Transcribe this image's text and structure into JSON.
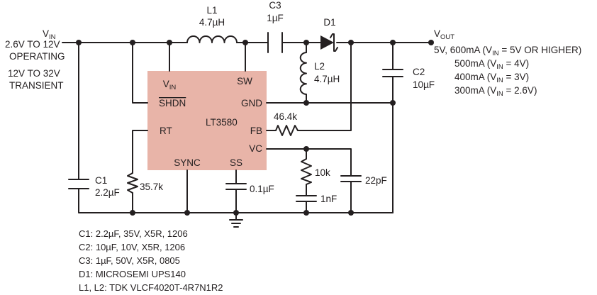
{
  "colors": {
    "ic_fill": "#e8b4a8",
    "ink": "#231f20",
    "background": "#ffffff"
  },
  "input": {
    "label_main": "V",
    "label_sub": "IN",
    "line1": "2.6V TO 12V",
    "line2": "OPERATING",
    "line3": "12V TO 32V",
    "line4": "TRANSIENT"
  },
  "output": {
    "label_main": "V",
    "label_sub": "OUT",
    "spec_lines": [
      {
        "prefix": "5V, 600mA (V",
        "sub": "IN",
        "suffix": " = 5V OR HIGHER)"
      },
      {
        "prefix": "500mA (V",
        "sub": "IN",
        "suffix": " = 4V)"
      },
      {
        "prefix": "400mA (V",
        "sub": "IN",
        "suffix": " = 3V)"
      },
      {
        "prefix": "300mA (V",
        "sub": "IN",
        "suffix": " = 2.6V)"
      }
    ]
  },
  "ic": {
    "part": "LT3580",
    "pins": {
      "vin_main": "V",
      "vin_sub": "IN",
      "sw": "SW",
      "shdn": "SHDN",
      "gnd": "GND",
      "rt": "RT",
      "fb": "FB",
      "vc": "VC",
      "sync": "SYNC",
      "ss": "SS"
    }
  },
  "components": {
    "L1": {
      "ref": "L1",
      "value": "4.7µH"
    },
    "C3": {
      "ref": "C3",
      "value": "1µF"
    },
    "D1": {
      "ref": "D1"
    },
    "L2": {
      "ref": "L2",
      "value": "4.7µH"
    },
    "C2": {
      "ref": "C2",
      "value": "10µF"
    },
    "R_fb": {
      "value": "46.4k"
    },
    "R_c": {
      "value": "10k"
    },
    "C_c": {
      "value": "1nF"
    },
    "C_p": {
      "value": "22pF"
    },
    "C_ss": {
      "value": "0.1µF"
    },
    "R_t": {
      "value": "35.7k"
    },
    "C1": {
      "ref": "C1",
      "value": "2.2µF"
    }
  },
  "bom": [
    "C1: 2.2µF, 35V, X5R, 1206",
    "C2: 10µF, 10V, X5R, 1206",
    "C3: 1µF, 50V, X5R, 0805",
    "D1: MICROSEMI UPS140",
    "L1, L2: TDK VLCF4020T-4R7N1R2"
  ]
}
